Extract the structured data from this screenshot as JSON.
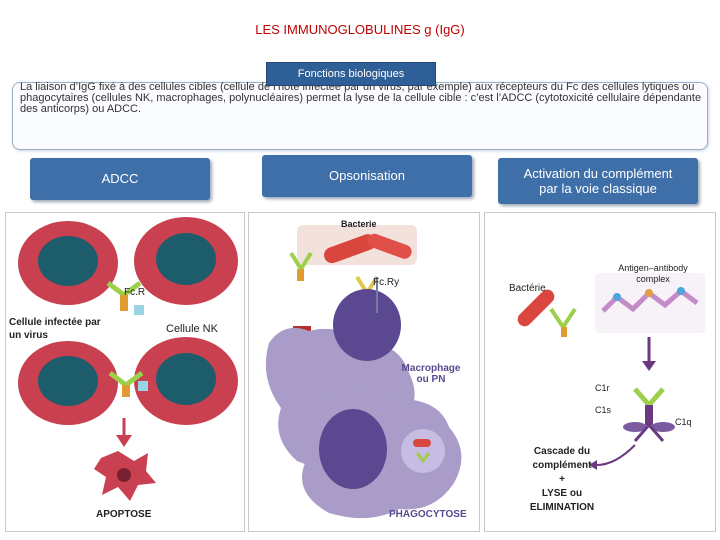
{
  "title": "LES IMMUNOGLOBULINES g (IgG)",
  "tab_label": "Fonctions biologiques",
  "intro": "La liaison d’IgG fixé à des cellules cibles (cellule de l’hôte infectée par un virus, par exemple) aux récepteurs du Fc des cellules lytiques ou phagocytaires (cellules NK, macrophages, polynucléaires) permet la lyse de la cellule cible : c’est l’ADCC (cytotoxicité cellulaire dépendante des anticorps) ou ADCC.",
  "headers": {
    "adcc": "ADCC",
    "opsonisation": "Opsonisation",
    "activation_line1": "Activation du complément",
    "activation_line2": "par la voie classique"
  },
  "panel1": {
    "fcr": "Fc.R",
    "infected_cell": "Cellule infectée par un virus",
    "nk_cell": "Cellule NK",
    "apoptose": "APOPTOSE"
  },
  "panel2": {
    "bacterie": "Bacterie",
    "fcry": "Fc.Ry",
    "macrophage_line1": "Macrophage",
    "macrophage_line2": "ou PN",
    "phagocytose": "PHAGOCYTOSE"
  },
  "panel3": {
    "bacterie": "Bactérie",
    "complex_line1": "Antigen–antibody",
    "complex_line2": "complex",
    "c1r": "C1r",
    "c1s": "C1s",
    "c1q": "C1q",
    "cascade_line1": "Cascade du",
    "cascade_line2": "complément",
    "plus": "+",
    "lyse_line1": "LYSE ou",
    "lyse_line2": "ELIMINATION"
  },
  "colors": {
    "title": "#c00000",
    "header_bg": "#3f6fa8",
    "tab_bg": "#2f5f97",
    "nk_cell": "#c94050",
    "nucleus": "#1d5c6b",
    "macrophage": "#a99cc8",
    "macrophage_nucleus": "#5a4890",
    "antibody": "#9ccf4a"
  }
}
